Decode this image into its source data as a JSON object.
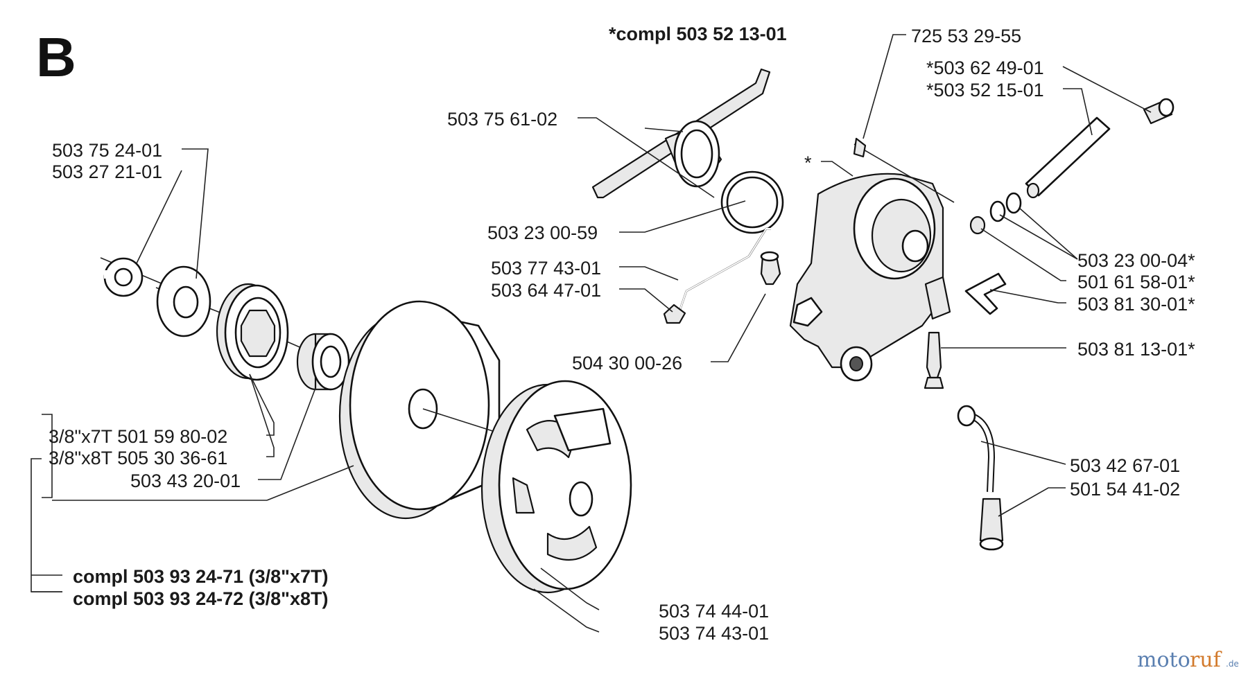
{
  "section_letter": "B",
  "assembly_header": "*compl 503 52 13-01",
  "labels": {
    "p1": "503 75 24-01",
    "p2": "503 27 21-01",
    "p3": "503 75 61-02",
    "p4": "503 23 00-59",
    "p5": "503 77 43-01",
    "p6": "503 64 47-01",
    "p7": "504 30 00-26",
    "p8": "725 53 29-55",
    "p9": "*503 62 49-01",
    "p10": "*503 52 15-01",
    "p11": "*",
    "p12": "503 23 00-04*",
    "p13": "501 61 58-01*",
    "p14": "503 81 30-01*",
    "p15": "503 81 13-01*",
    "p16": "3/8\"x7T 501 59 80-02",
    "p17": "3/8\"x8T 505 30 36-61",
    "p18": "503 43 20-01",
    "p19": "503 42 67-01",
    "p20": "501 54 41-02",
    "p21": "503 74 44-01",
    "p22": "503 74 43-01"
  },
  "clutch_assemblies": [
    "compl 503 93 24-71 (3/8\"x7T)",
    "compl 503 93 24-72 (3/8\"x8T)"
  ],
  "watermark": {
    "part1": "moto",
    "part2": "ruf",
    "suffix": ".de"
  }
}
